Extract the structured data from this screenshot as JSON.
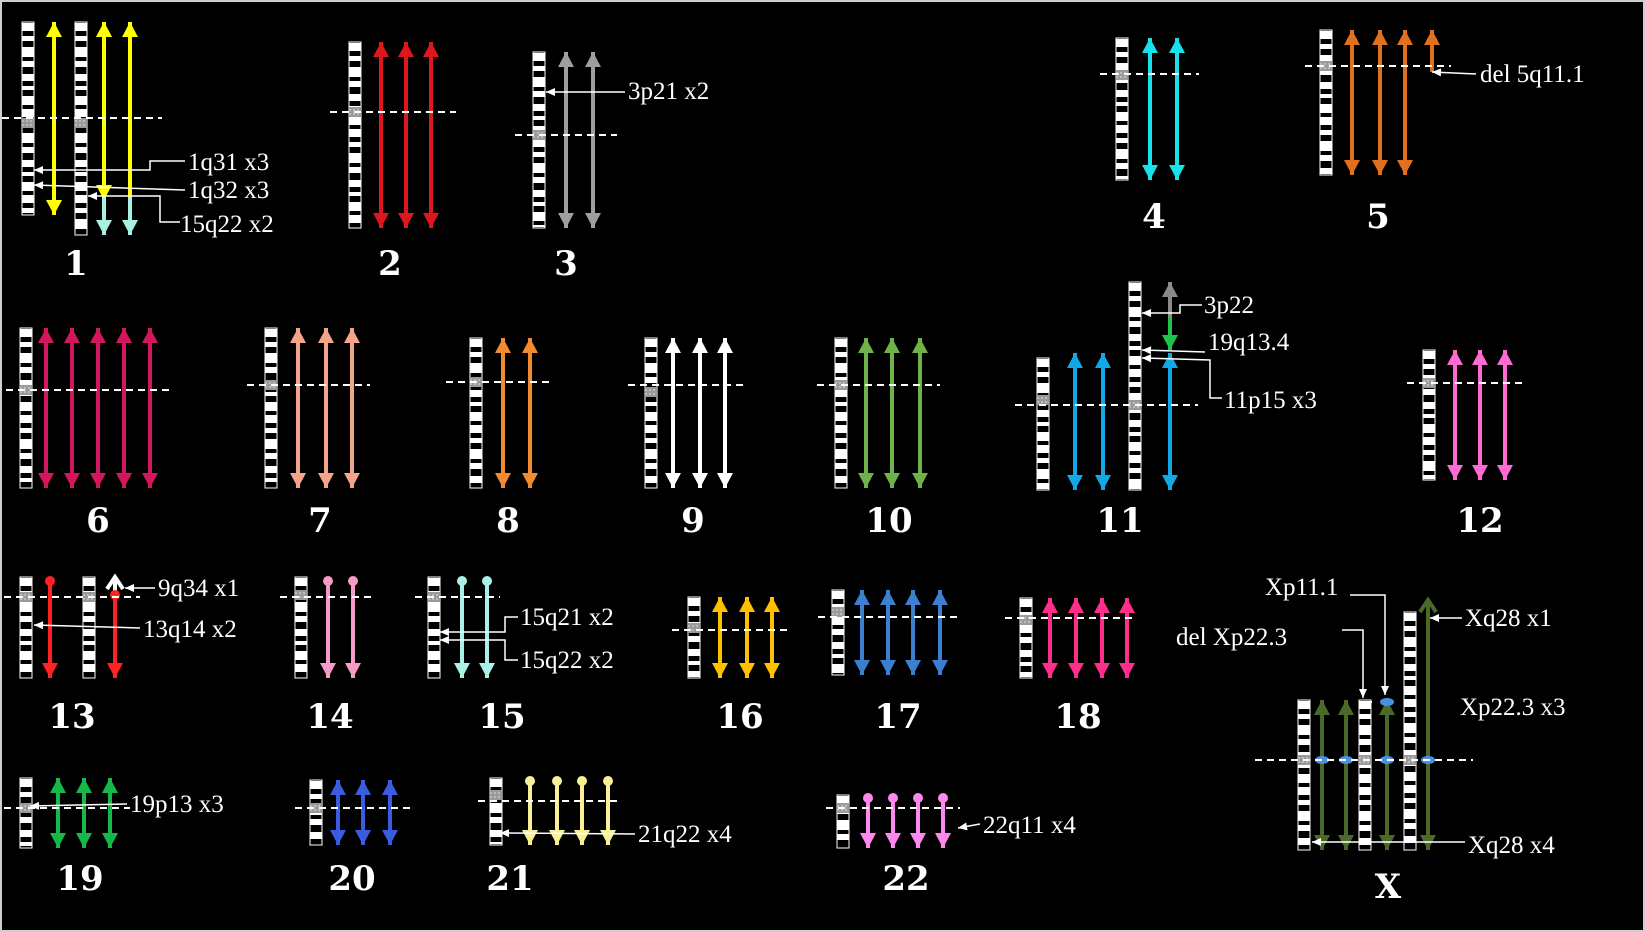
{
  "frame_color": "#cfcfcf",
  "chromosomes": [
    {
      "name": "1",
      "copies": [
        {
          "color": "#ffff00"
        },
        {
          "color": "#ffff00"
        },
        {
          "color": "#ffff00",
          "end_color": "#a8f0e0"
        },
        {
          "color": "#ffff00",
          "end_color": "#a8f0e0"
        }
      ]
    },
    {
      "name": "2",
      "copies": [
        {
          "color": "#e0161e"
        },
        {
          "color": "#e0161e"
        },
        {
          "color": "#e0161e"
        }
      ]
    },
    {
      "name": "3",
      "copies": [
        {
          "color": "#9e9e9e"
        },
        {
          "color": "#9e9e9e"
        }
      ]
    },
    {
      "name": "4",
      "copies": [
        {
          "color": "#17e1ea"
        },
        {
          "color": "#17e1ea"
        }
      ]
    },
    {
      "name": "5",
      "copies": [
        {
          "color": "#e0701e"
        },
        {
          "color": "#e0701e"
        },
        {
          "color": "#e0701e"
        },
        {
          "color": "#e0701e"
        }
      ]
    },
    {
      "name": "6",
      "copies": [
        {
          "color": "#d3175e"
        },
        {
          "color": "#d3175e"
        },
        {
          "color": "#d3175e"
        },
        {
          "color": "#d3175e"
        },
        {
          "color": "#d3175e"
        }
      ]
    },
    {
      "name": "7",
      "copies": [
        {
          "color": "#f4a589"
        },
        {
          "color": "#f4a589"
        },
        {
          "color": "#f4a589"
        }
      ]
    },
    {
      "name": "8",
      "copies": [
        {
          "color": "#f28a30"
        },
        {
          "color": "#f28a30"
        }
      ]
    },
    {
      "name": "9",
      "copies": [
        {
          "color": "#ffffff"
        },
        {
          "color": "#ffffff"
        },
        {
          "color": "#ffffff"
        }
      ]
    },
    {
      "name": "10",
      "copies": [
        {
          "color": "#70b24a"
        },
        {
          "color": "#70b24a"
        },
        {
          "color": "#70b24a"
        }
      ]
    },
    {
      "name": "11",
      "copies": [
        {
          "color": "#12a8e8"
        },
        {
          "color": "#12a8e8"
        },
        {
          "color": "#12a8e8",
          "top_color": "#8a8a8a",
          "mid_color": "#1ec44a"
        }
      ]
    },
    {
      "name": "12",
      "copies": [
        {
          "color": "#ff6ad2"
        },
        {
          "color": "#ff6ad2"
        },
        {
          "color": "#ff6ad2"
        }
      ]
    },
    {
      "name": "13",
      "copies": [
        {
          "color": "#ff2222"
        },
        {
          "color": "#ff2222",
          "top_color": "#ffffff"
        }
      ]
    },
    {
      "name": "14",
      "copies": [
        {
          "color": "#f79ac8"
        },
        {
          "color": "#f79ac8"
        }
      ]
    },
    {
      "name": "15",
      "copies": [
        {
          "color": "#a8f0e8"
        },
        {
          "color": "#a8f0e8"
        }
      ]
    },
    {
      "name": "16",
      "copies": [
        {
          "color": "#ffc000"
        },
        {
          "color": "#ffc000"
        },
        {
          "color": "#ffc000"
        }
      ]
    },
    {
      "name": "17",
      "copies": [
        {
          "color": "#3b7fd1"
        },
        {
          "color": "#3b7fd1"
        },
        {
          "color": "#3b7fd1"
        },
        {
          "color": "#3b7fd1"
        }
      ]
    },
    {
      "name": "18",
      "copies": [
        {
          "color": "#ff2e8a"
        },
        {
          "color": "#ff2e8a"
        },
        {
          "color": "#ff2e8a"
        },
        {
          "color": "#ff2e8a"
        }
      ]
    },
    {
      "name": "19",
      "copies": [
        {
          "color": "#17b84a"
        },
        {
          "color": "#17b84a"
        },
        {
          "color": "#17b84a"
        }
      ]
    },
    {
      "name": "20",
      "copies": [
        {
          "color": "#3a5ce0"
        },
        {
          "color": "#3a5ce0"
        },
        {
          "color": "#3a5ce0"
        }
      ]
    },
    {
      "name": "21",
      "copies": [
        {
          "color": "#f7f095"
        },
        {
          "color": "#f7f095"
        },
        {
          "color": "#f7f095"
        },
        {
          "color": "#f7f095"
        }
      ]
    },
    {
      "name": "22",
      "copies": [
        {
          "color": "#ff88ee"
        },
        {
          "color": "#ff88ee"
        },
        {
          "color": "#ff88ee"
        },
        {
          "color": "#ff88ee"
        }
      ]
    },
    {
      "name": "X",
      "copies": [
        {
          "color": "#4a6a2a"
        },
        {
          "color": "#4a6a2a"
        },
        {
          "color": "#4a6a2a"
        },
        {
          "color": "#4a6a2a"
        }
      ],
      "marker_color": "#4a90e0"
    }
  ],
  "annotations": [
    {
      "id": "1q31",
      "text": "1q31 x3"
    },
    {
      "id": "1q32",
      "text": "1q32 x3"
    },
    {
      "id": "15q22-on-1",
      "text": "15q22 x2"
    },
    {
      "id": "3p21",
      "text": "3p21 x2"
    },
    {
      "id": "del5q11",
      "text": "del 5q11.1"
    },
    {
      "id": "3p22",
      "text": "3p22"
    },
    {
      "id": "19q13",
      "text": "19q13.4"
    },
    {
      "id": "11p15",
      "text": "11p15 x3"
    },
    {
      "id": "9q34",
      "text": "9q34 x1"
    },
    {
      "id": "13q14",
      "text": "13q14 x2"
    },
    {
      "id": "15q21",
      "text": "15q21 x2"
    },
    {
      "id": "15q22",
      "text": "15q22 x2"
    },
    {
      "id": "Xp11",
      "text": "Xp11.1"
    },
    {
      "id": "delXp22",
      "text": "del Xp22.3"
    },
    {
      "id": "Xq28x1",
      "text": "Xq28 x1"
    },
    {
      "id": "Xp22x3",
      "text": "Xp22.3 x3"
    },
    {
      "id": "Xq28x4",
      "text": "Xq28 x4"
    },
    {
      "id": "19p13",
      "text": "19p13 x3"
    },
    {
      "id": "21q22",
      "text": "21q22 x4"
    },
    {
      "id": "22q11",
      "text": "22q11 x4"
    }
  ]
}
